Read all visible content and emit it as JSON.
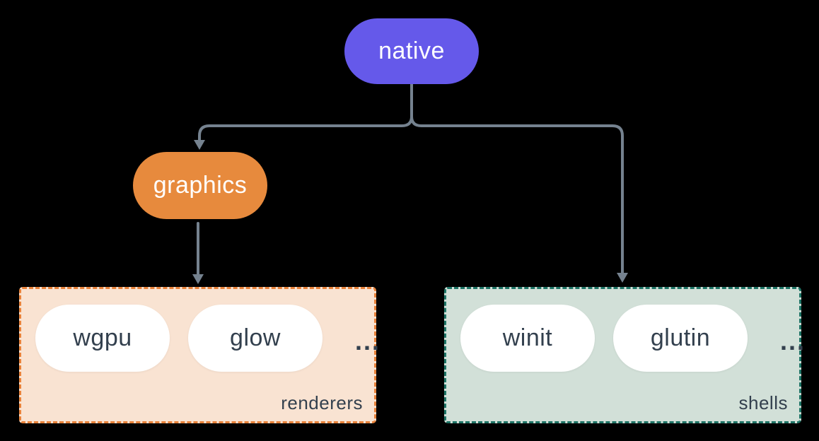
{
  "page": {
    "background": "#000000"
  },
  "colors": {
    "connector": "#75828F",
    "native_fill": "#6559EA",
    "native_text": "#FFFFFF",
    "graphics_fill": "#E78A3D",
    "graphics_text": "#FFFFFF",
    "chip_fill": "#FFFFFF",
    "dark_text": "#33404E",
    "renderers_fill": "#F9E3D2",
    "renderers_border": "#E8823A",
    "shells_fill": "#D2E0D8",
    "shells_border": "#1E7466"
  },
  "nodes": {
    "native": {
      "label": "native"
    },
    "graphics": {
      "label": "graphics"
    }
  },
  "groups": [
    {
      "label": "renderers",
      "items": [
        "wgpu",
        "glow"
      ],
      "ellipsis": "..."
    },
    {
      "label": "shells",
      "items": [
        "winit",
        "glutin"
      ],
      "ellipsis": "..."
    }
  ]
}
